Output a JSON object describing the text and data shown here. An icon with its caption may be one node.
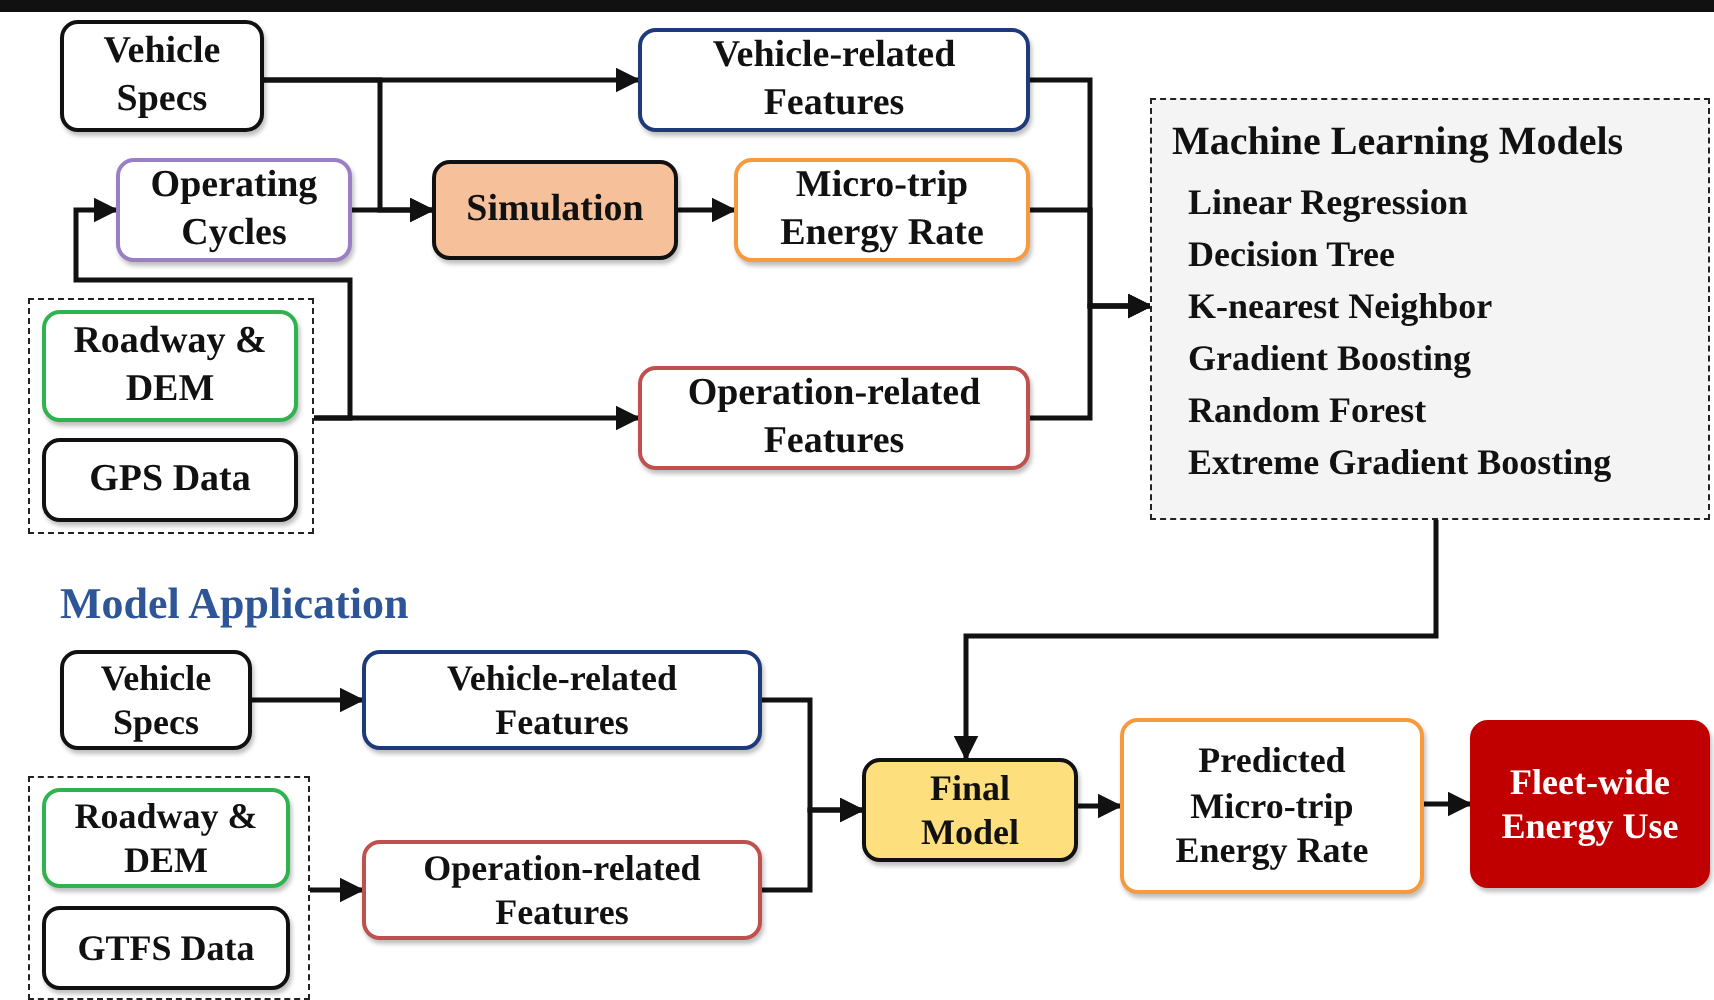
{
  "diagram": {
    "nodes": [
      {
        "text": [
          "Vehicle Specs"
        ]
      },
      {
        "text": [
          "Operating Cycles"
        ]
      },
      {
        "text": [],
        "shape": "box"
      },
      {
        "text": [
          "Roadway & DEM"
        ],
        "in": 2
      },
      {
        "text": [
          "GPS Data"
        ],
        "in": 2
      },
      {
        "text": [
          "Simulation"
        ]
      },
      {
        "text": [
          "Vehicle-related Features"
        ]
      },
      {
        "text": [
          "Micro-trip Energy Rate"
        ]
      },
      {
        "text": [
          "Operation-related Features"
        ]
      },
      {
        "text": [
          "Machine Learning Models",
          "Linear Regression",
          "Decision Tree",
          "K-nearest Neighbor",
          "Gradient Boosting",
          "Random Forest",
          "Extreme Gradient Boosting"
        ]
      },
      {
        "text": [
          "Vehicle Specs"
        ]
      },
      {
        "text": [
          "Vehicle-related Features"
        ]
      },
      {
        "text": [],
        "shape": "box"
      },
      {
        "text": [
          "Roadway & DEM"
        ],
        "in": 12
      },
      {
        "text": [
          "GTFS Data"
        ],
        "in": 12
      },
      {
        "text": [
          "Operation-related Features"
        ]
      },
      {
        "text": [
          "Final Model"
        ]
      },
      {
        "text": [
          "Predicted Micro-trip Energy Rate"
        ]
      },
      {
        "text": [
          "Fleet-wide Energy Use"
        ]
      }
    ],
    "edges": [
      {
        "from": 0,
        "to": 6,
        "arrow": "to"
      },
      {
        "from": 0,
        "to": 5,
        "arrow": "to"
      },
      {
        "from": 1,
        "to": 5,
        "arrow": "to"
      },
      {
        "from": 5,
        "to": 7,
        "arrow": "to"
      },
      {
        "from": 2,
        "to": 1,
        "arrow": "to"
      },
      {
        "from": 2,
        "to": 8,
        "arrow": "to"
      },
      {
        "from": 6,
        "to": 9,
        "arrow": "to"
      },
      {
        "from": 7,
        "to": 9,
        "arrow": "to"
      },
      {
        "from": 8,
        "to": 9,
        "arrow": "to"
      },
      {
        "from": 9,
        "to": 16,
        "arrow": "to"
      },
      {
        "from": 10,
        "to": 11,
        "arrow": "to"
      },
      {
        "from": 12,
        "to": 15,
        "arrow": "to"
      },
      {
        "from": 11,
        "to": 16,
        "arrow": "to"
      },
      {
        "from": 15,
        "to": 16,
        "arrow": "to"
      },
      {
        "from": 16,
        "to": 17,
        "arrow": "to"
      },
      {
        "from": 17,
        "to": 18,
        "arrow": "to"
      }
    ],
    "labels": [
      "Model Application"
    ]
  }
}
